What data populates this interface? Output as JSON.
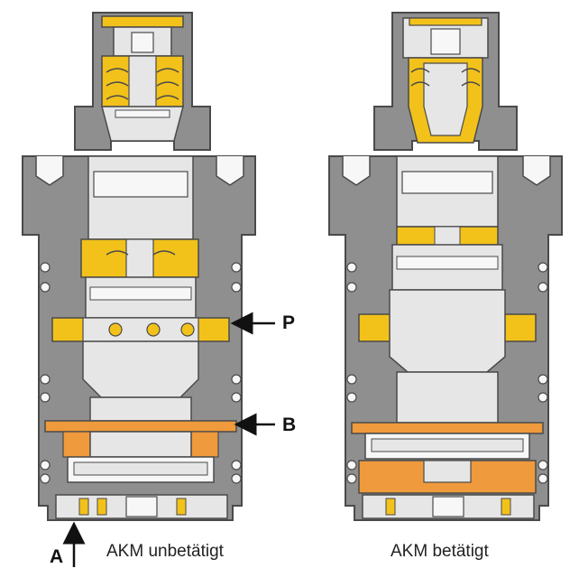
{
  "diagram": {
    "captions": {
      "left": "AKM unbetätigt",
      "right": "AKM betätigt"
    },
    "ports": {
      "p": "P",
      "b": "B",
      "a": "A"
    },
    "colors": {
      "housing": "#8f8f8f",
      "housing_edge": "#4a4a4a",
      "fluid": "#f2c21b",
      "fluid_low": "#ef9a3c",
      "part": "#e6e6e6",
      "bore": "#f7f7f7"
    }
  }
}
